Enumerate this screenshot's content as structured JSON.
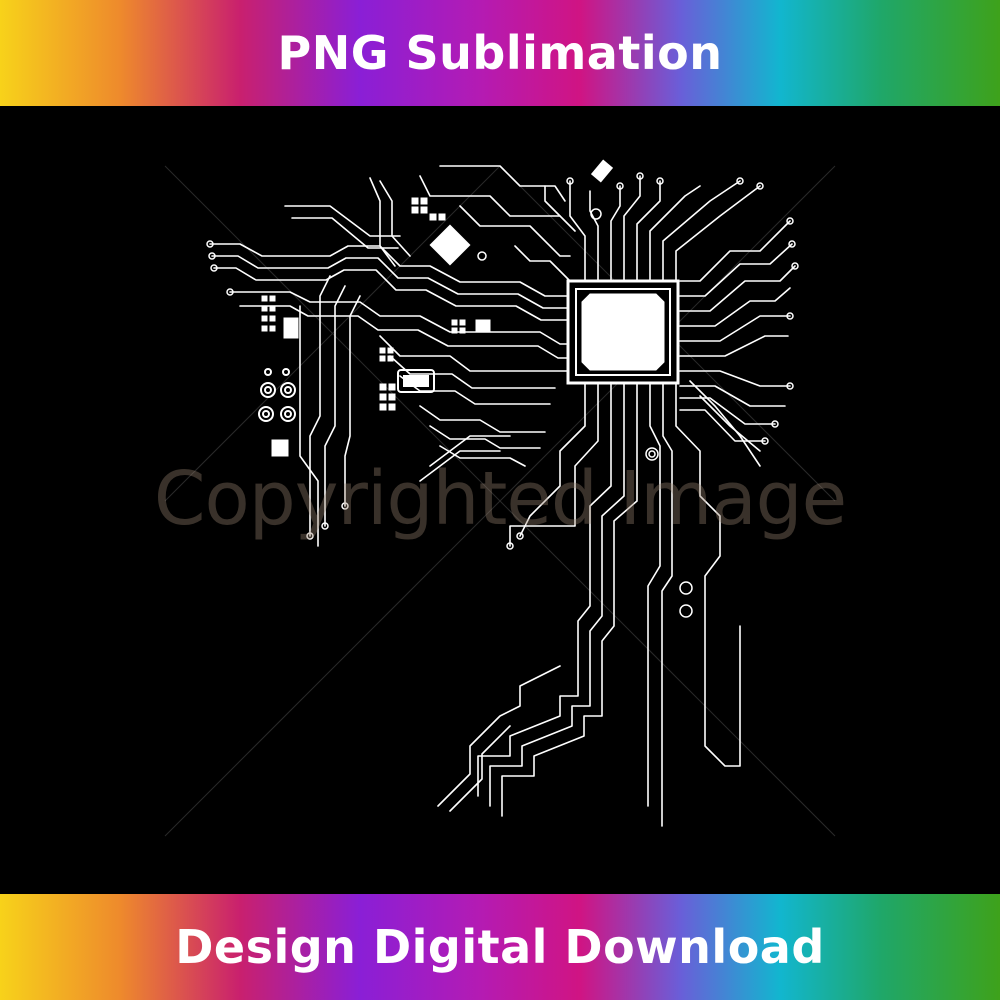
{
  "header": {
    "title": "PNG Sublimation"
  },
  "footer": {
    "title": "Design Digital Download"
  },
  "watermark": {
    "text": "Copyrighted Image"
  },
  "artwork": {
    "subject": "circuit-board-cpu-icon"
  },
  "colors": {
    "background": "#000000",
    "trace": "#ffffff",
    "watermark": "#968270"
  }
}
